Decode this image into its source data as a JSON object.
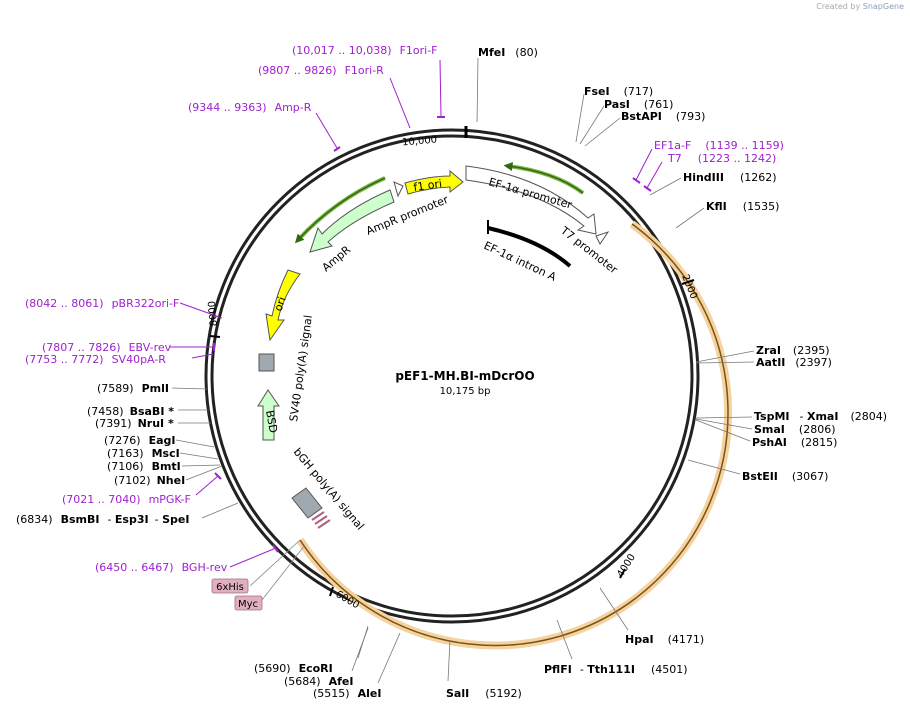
{
  "plasmid": {
    "name": "pEF1-MH.BI-mDcrOO",
    "length": "10,175 bp"
  },
  "credit": {
    "prefix": "Created by",
    "brand": "SnapGene"
  },
  "ticks": [
    {
      "bp": 10000,
      "label": "10,000"
    },
    {
      "bp": 2000,
      "label": "2000"
    },
    {
      "bp": 4000,
      "label": "4000"
    },
    {
      "bp": 6000,
      "label": "6000"
    },
    {
      "bp": 8000,
      "label": "8000"
    }
  ],
  "sites": [
    {
      "name": "MfeI",
      "pos": "(80)"
    },
    {
      "name": "FseI",
      "pos": "(717)"
    },
    {
      "name": "PasI",
      "pos": "(761)"
    },
    {
      "name": "BstAPI",
      "pos": "(793)"
    },
    {
      "name": "HindIII",
      "pos": "(1262)"
    },
    {
      "name": "KflI",
      "pos": "(1535)"
    },
    {
      "name": "ZraI",
      "pos": "(2395)"
    },
    {
      "name": "AatII",
      "pos": "(2397)"
    },
    {
      "name": "TspMI",
      "name2": "XmaI",
      "pos": "(2804)"
    },
    {
      "name": "SmaI",
      "pos": "(2806)"
    },
    {
      "name": "PshAI",
      "pos": "(2815)"
    },
    {
      "name": "BstEII",
      "pos": "(3067)"
    },
    {
      "name": "HpaI",
      "pos": "(4171)"
    },
    {
      "name": "PflFI",
      "name2": "Tth111I",
      "pos": "(4501)"
    },
    {
      "name": "SalI",
      "pos": "(5192)"
    },
    {
      "name": "AleI",
      "pos": "(5515)"
    },
    {
      "name": "AfeI",
      "pos": "(5684)"
    },
    {
      "name": "EcoRI",
      "pos": "(5690)"
    },
    {
      "name": "BsmBI",
      "name2": "Esp3I",
      "name3": "SpeI",
      "pos": "(6834)"
    },
    {
      "name": "NheI",
      "pos": "(7102)"
    },
    {
      "name": "BmtI",
      "pos": "(7106)"
    },
    {
      "name": "MscI",
      "pos": "(7163)"
    },
    {
      "name": "EagI",
      "pos": "(7276)"
    },
    {
      "name": "NruI *",
      "pos": "(7391)"
    },
    {
      "name": "BsaBI *",
      "pos": "(7458)"
    },
    {
      "name": "PmlI",
      "pos": "(7589)"
    }
  ],
  "primers": [
    {
      "range": "(10,017 .. 10,038)",
      "name": "F1ori-F"
    },
    {
      "range": "(9807 .. 9826)",
      "name": "F1ori-R"
    },
    {
      "range": "(9344 .. 9363)",
      "name": "Amp-R"
    },
    {
      "range": "(1139 .. 1159)",
      "name": "EF1a-F"
    },
    {
      "range": "(1223 .. 1242)",
      "name": "T7"
    },
    {
      "range": "(8042 .. 8061)",
      "name": "pBR322ori-F"
    },
    {
      "range": "(7807 .. 7826)",
      "name": "EBV-rev"
    },
    {
      "range": "(7753 .. 7772)",
      "name": "SV40pA-R"
    },
    {
      "range": "(7021 .. 7040)",
      "name": "mPGK-F"
    },
    {
      "range": "(6450 .. 6467)",
      "name": "BGH-rev"
    }
  ],
  "features": {
    "f1ori": "f1 ori",
    "ampr_promoter": "AmpR promoter",
    "ampr": "AmpR",
    "ori": "ori",
    "ef1a_promoter": "EF-1α promoter",
    "t7_promoter": "T7 promoter",
    "ef1a_intron": "EF-1α intron A",
    "sv40": "SV40 poly(A) signal",
    "bsd": "BSD",
    "bgh": "bGH poly(A) signal",
    "his": "6xHis",
    "myc": "Myc"
  },
  "colors": {
    "primer": "#a020d0",
    "ori_yellow": "#ffff00",
    "promoter_white": "#ffffff",
    "ampr_green": "#ccffcc",
    "orf_orange": "#f5c98a",
    "tag_pink": "#e0b0c0",
    "terminator_gray": "#a0a8b0"
  }
}
